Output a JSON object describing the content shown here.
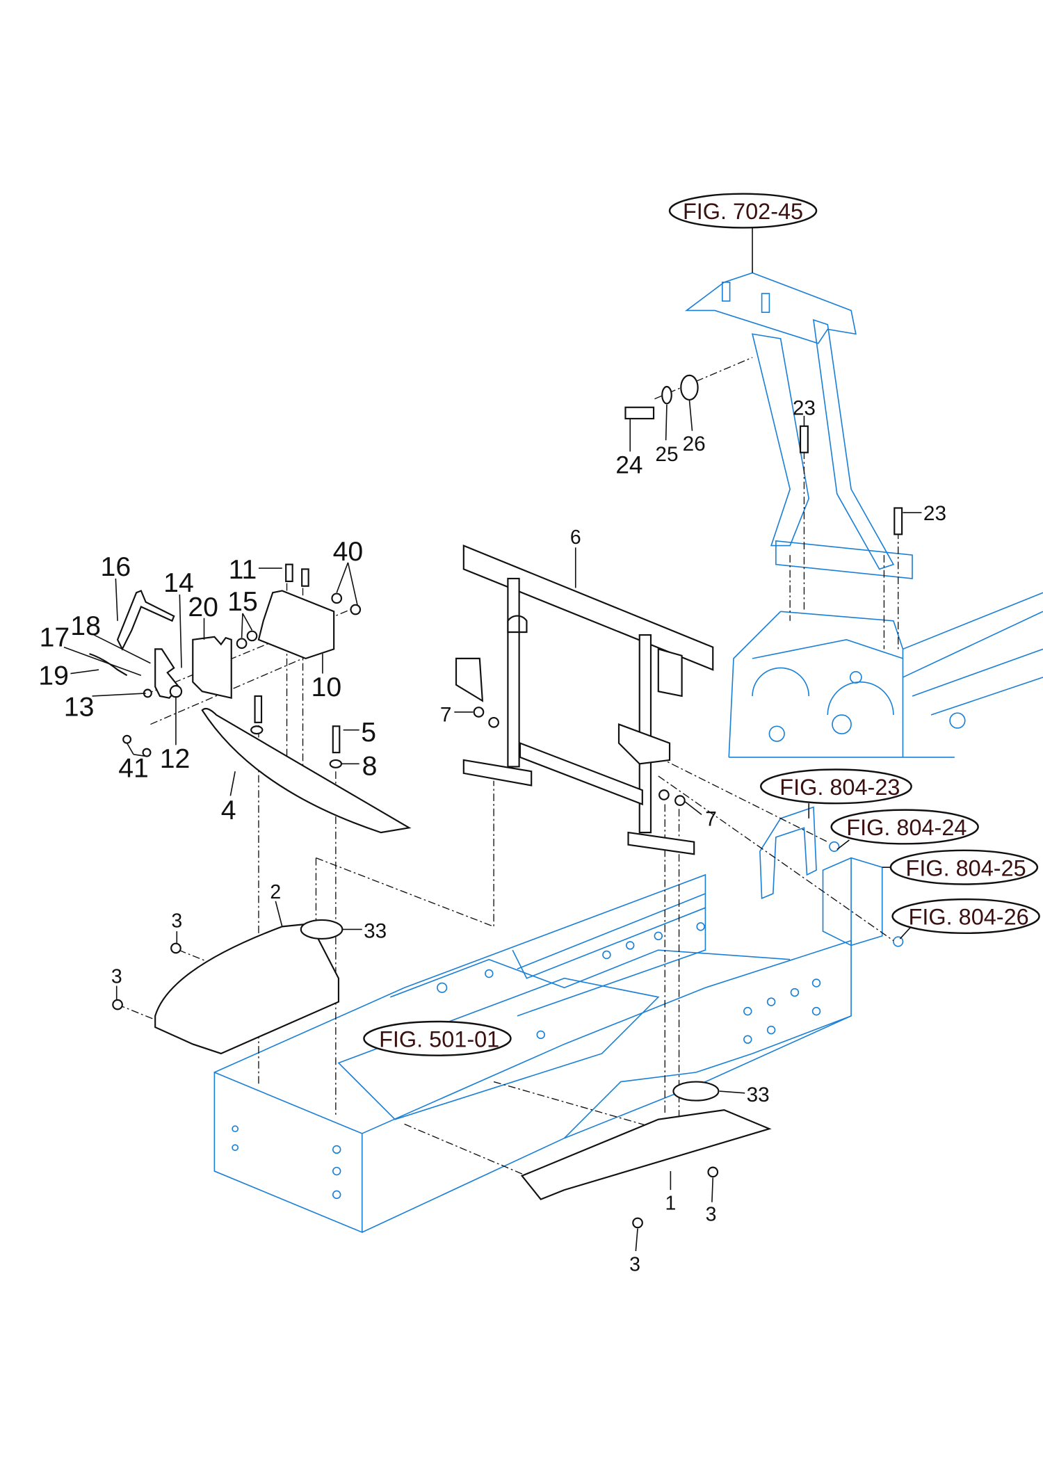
{
  "figure_refs": {
    "fig_702_45": "FIG. 702-45",
    "fig_804_23": "FIG. 804-23",
    "fig_804_24": "FIG. 804-24",
    "fig_804_25": "FIG. 804-25",
    "fig_804_26": "FIG. 804-26",
    "fig_501_01": "FIG. 501-01"
  },
  "callouts": {
    "p1": "1",
    "p2": "2",
    "p3": "3",
    "p4": "4",
    "p5": "5",
    "p6": "6",
    "p7": "7",
    "p8": "8",
    "p10": "10",
    "p11": "11",
    "p12": "12",
    "p13": "13",
    "p14": "14",
    "p15": "15",
    "p16": "16",
    "p17": "17",
    "p18": "18",
    "p19": "19",
    "p20": "20",
    "p23": "23",
    "p24": "24",
    "p25": "25",
    "p26": "26",
    "p33": "33",
    "p40": "40",
    "p41": "41"
  },
  "colors": {
    "reference_parts": "#1a7fd6",
    "parts": "#111111",
    "fig_text": "#3a0f0f"
  }
}
